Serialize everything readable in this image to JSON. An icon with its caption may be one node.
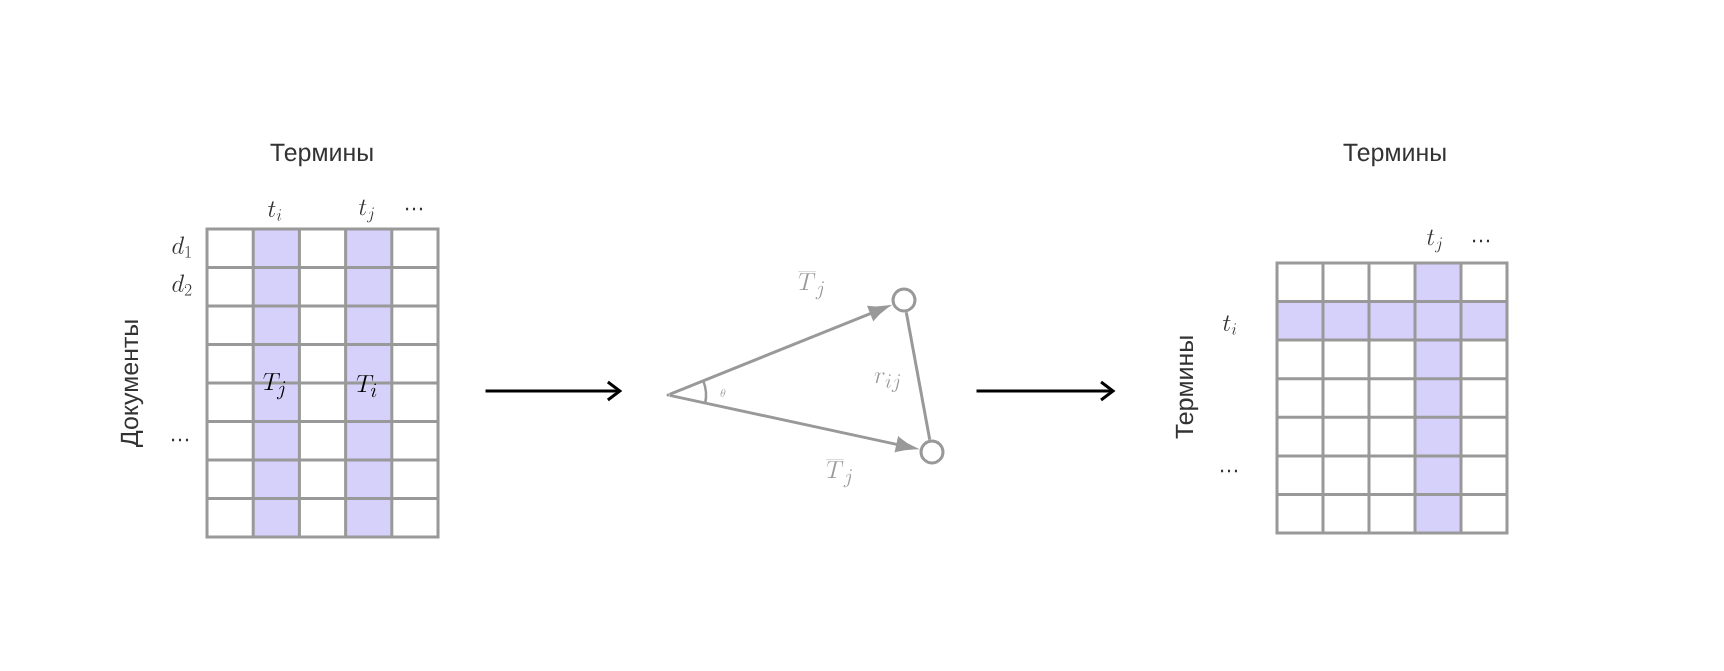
{
  "diagram": {
    "nodes": [
      {
        "text": [
          "T_j",
          "T_i"
        ],
        "beside": [
          "Термины",
          "t_i",
          "t_j",
          "…",
          "d_1",
          "d_2",
          "Документы",
          "…"
        ]
      },
      {
        "text": [],
        "shape": "point"
      },
      {
        "text": [],
        "shape": "circle"
      },
      {
        "text": [],
        "shape": "circle"
      },
      {
        "text": [],
        "shape": "box",
        "beside": [
          "Термины",
          "t_j",
          "…",
          "t_i",
          "Термины",
          "…"
        ]
      }
    ],
    "edges": [
      {
        "from": 0,
        "to": 1,
        "arrow": "to",
        "color": "#000000"
      },
      {
        "from": 1,
        "to": 2,
        "arrow": "to",
        "label": "\\overline{T}_j"
      },
      {
        "from": 1,
        "to": 3,
        "arrow": "to",
        "label": "\\overline{T}_j"
      },
      {
        "from": 2,
        "to": 3,
        "arrow": "none",
        "label": "r_{ij}"
      },
      {
        "from": 3,
        "to": 4,
        "arrow": "to",
        "color": "#000000"
      }
    ],
    "labels": [
      "\\theta"
    ]
  }
}
